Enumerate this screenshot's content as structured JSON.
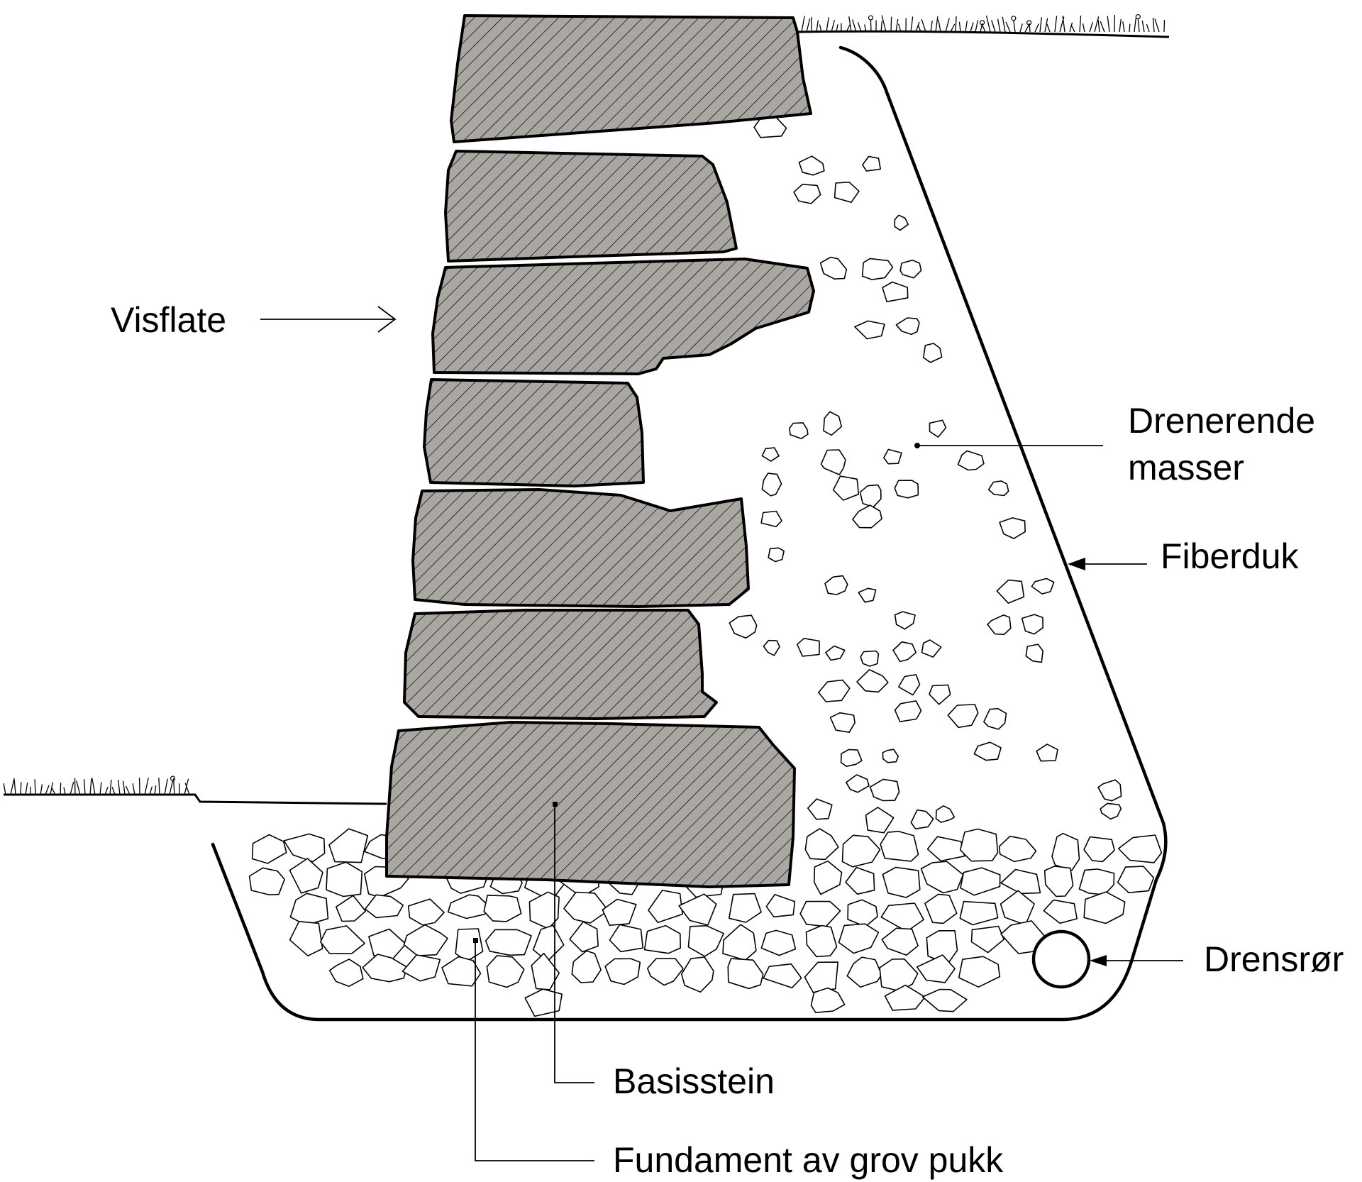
{
  "labels": {
    "visflate": "Visflate",
    "drenerende_line1": "Drenerende",
    "drenerende_line2": "masser",
    "fiberduk": "Fiberduk",
    "drensror": "Drensrør",
    "basisstein": "Basisstein",
    "fundament": "Fundament av grov pukk"
  },
  "colors": {
    "stone_fill": "#aaa6a2",
    "line": "#000000",
    "background": "#ffffff"
  }
}
